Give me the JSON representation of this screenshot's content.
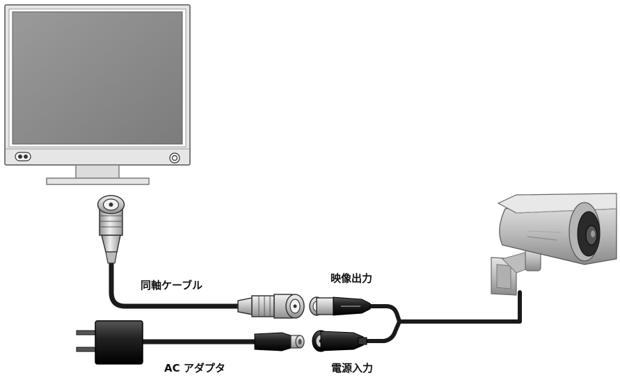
{
  "labels": {
    "coax_cable": "同軸ケーブル",
    "video_output": "映像出力",
    "ac_adapter": "AC アダプタ",
    "power_input": "電源入力"
  },
  "colors": {
    "cable": "#1a1a1a",
    "monitor_bezel": "#e4e4e4",
    "monitor_screen": "#8a8a8a",
    "camera_body": "#c9c9c9",
    "connector_metal": "#d8d8d8"
  },
  "icons": {
    "monitor": "monitor-icon",
    "camera": "bullet-camera-icon",
    "adapter": "ac-adapter-icon",
    "bnc": "bnc-connector-icon",
    "dc_plug": "dc-plug-icon"
  }
}
